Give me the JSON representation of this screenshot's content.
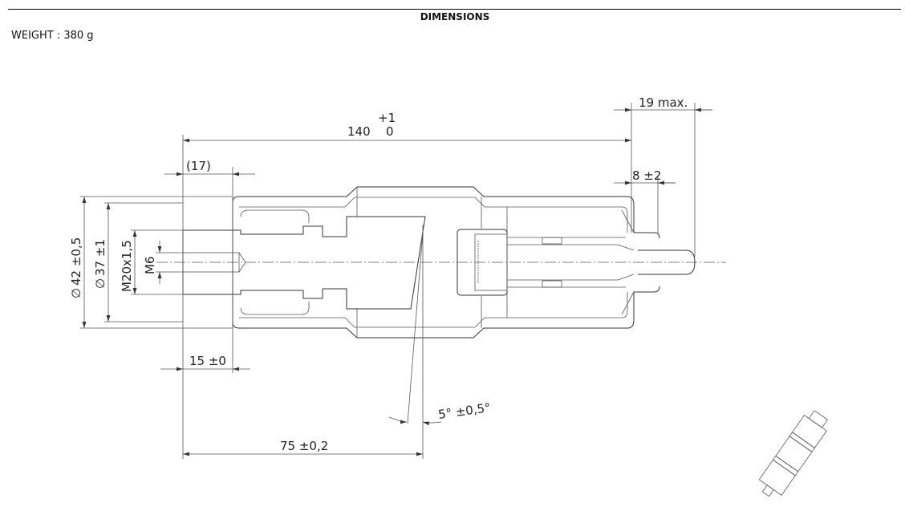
{
  "header": {
    "title": "DIMENSIONS",
    "weight": "WEIGHT : 380 g"
  },
  "dimensions": {
    "length_main": "140",
    "length_tol_upper": "+1",
    "length_tol_lower": "0",
    "thread_length": "(17)",
    "tip_max": "19 max.",
    "tip_offset": "8 ±2",
    "outer_diameter": "42 ±0,5",
    "inner_diameter": "37 ±1",
    "thread_major": "M20x1,5",
    "thread_minor": "M6",
    "rod_step": "15 ±0",
    "angle": "5° ±0,5°",
    "piston_length": "75 ±0,2",
    "diameter_symbol": "∅"
  }
}
